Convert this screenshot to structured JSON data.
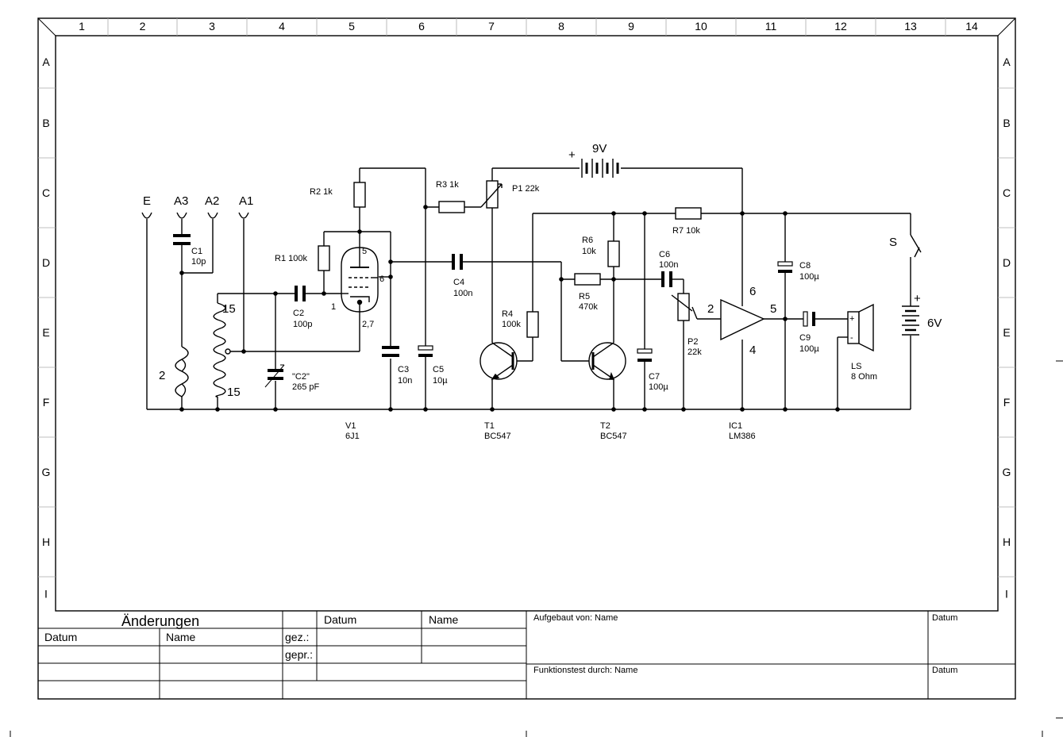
{
  "frame": {
    "columns": [
      "1",
      "2",
      "3",
      "4",
      "5",
      "6",
      "7",
      "8",
      "9",
      "10",
      "11",
      "12",
      "13",
      "14"
    ],
    "rows": [
      "A",
      "B",
      "C",
      "D",
      "E",
      "F",
      "G",
      "H",
      "I"
    ]
  },
  "schematic": {
    "antenna": {
      "earth": "E",
      "a3": "A3",
      "a2": "A2",
      "a1": "A1"
    },
    "coil": {
      "left_turns": "2",
      "tap_top": "15",
      "tap_bottom": "15"
    },
    "c1": {
      "name": "C1",
      "value": "10p"
    },
    "c2": {
      "name": "C2",
      "value": "100p"
    },
    "c2var": {
      "name": "\"C2\"",
      "value": "265 pF"
    },
    "r1": "R1 100k",
    "r2": "R2 1k",
    "r3": "R3 1k",
    "p1": "P1 22k",
    "battery9": {
      "plus": "+",
      "value": "9V"
    },
    "tube": {
      "pin5": "5",
      "pin6": "6",
      "pin1": "1",
      "pin27": "2,7"
    },
    "v1": {
      "name": "V1",
      "type": "6J1"
    },
    "c3": {
      "name": "C3",
      "value": "10n"
    },
    "c5": {
      "name": "C5",
      "value": "10µ"
    },
    "c4": {
      "name": "C4",
      "value": "100n"
    },
    "r4": {
      "name": "R4",
      "value": "100k"
    },
    "t1": {
      "name": "T1",
      "type": "BC547"
    },
    "r6": {
      "name": "R6",
      "value": "10k"
    },
    "r5": {
      "name": "R5",
      "value": "470k"
    },
    "t2": {
      "name": "T2",
      "type": "BC547"
    },
    "c7": {
      "name": "C7",
      "value": "100µ"
    },
    "c6": {
      "name": "C6",
      "value": "100n"
    },
    "r7": "R7 10k",
    "p2": {
      "name": "P2",
      "value": "22k"
    },
    "ic1": {
      "name": "IC1",
      "type": "LM386",
      "pin2": "2",
      "pin6": "6",
      "pin5": "5",
      "pin4": "4"
    },
    "c8": {
      "name": "C8",
      "value": "100µ"
    },
    "c9": {
      "name": "C9",
      "value": "100µ"
    },
    "ls": {
      "name": "LS",
      "value": "8 Ohm",
      "plus": "+",
      "minus": "-"
    },
    "switch": "S",
    "battery6": {
      "plus": "+",
      "value": "6V"
    }
  },
  "title_block": {
    "changes_title": "Änderungen",
    "datum_header": "Datum",
    "name_header": "Name",
    "datum2": "Datum",
    "name2": "Name",
    "gez": "gez.:",
    "gepr": "gepr.:",
    "aufgebaut": "Aufgebaut von: Name",
    "aufgebaut_datum": "Datum",
    "funktionstest": "Funktionstest durch: Name",
    "funktionstest_datum": "Datum"
  }
}
